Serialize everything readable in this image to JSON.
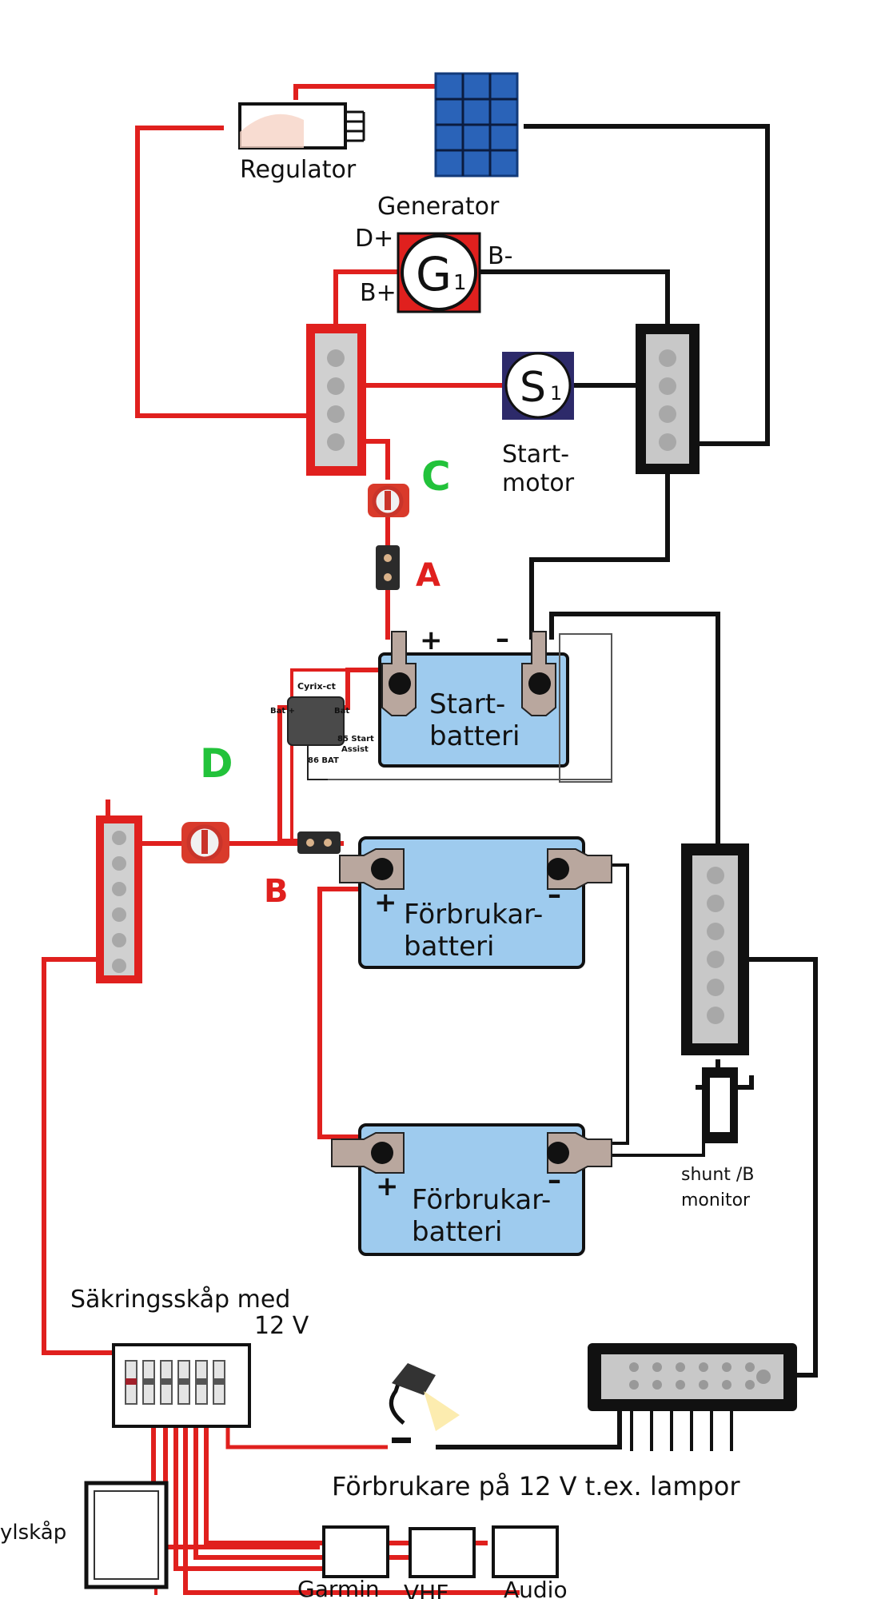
{
  "labels": {
    "regulator": "Regulator",
    "generator": "Generator",
    "gen_symbol": "G",
    "gen_sub": "1",
    "d_plus": "D+",
    "b_minus": "B-",
    "b_plus": "B+",
    "start_symbol": "S",
    "start_sub": "1",
    "startmotor_1": "Start-",
    "startmotor_2": "motor",
    "start_batt_1": "Start-",
    "start_batt_2": "batteri",
    "consumer_batt_1": "Förbrukar-",
    "consumer_batt_2": "batteri",
    "plus": "+",
    "minus": "–",
    "cyrix_title": "Cyrix-ct",
    "cyrix_bat_left": "Bat +",
    "cyrix_bat_right": "Bat",
    "cyrix_85": "85 Start",
    "cyrix_85b": "Assist",
    "cyrix_86": "86 BAT",
    "shunt_1": "shunt /B",
    "shunt_2": "monitor",
    "fusebox_1": "Säkringsskåp med",
    "fusebox_2": "12 V",
    "consumers": "Förbrukare på  12 V t.ex. lampor",
    "fridge": "ylskåp",
    "garmin": "Garmin",
    "vhf": "VHF",
    "audio": "Audio"
  },
  "markers": {
    "a": "A",
    "b": "B",
    "c": "C",
    "d": "D"
  },
  "colors": {
    "positive_wire": "#e0201e",
    "negative_wire": "#111111",
    "battery_fill": "#9ecbee",
    "solar_fill": "#2a63b8",
    "busbar_gray": "#cfcfcf",
    "marker_green": "#22c23a",
    "marker_red": "#e0201e"
  }
}
